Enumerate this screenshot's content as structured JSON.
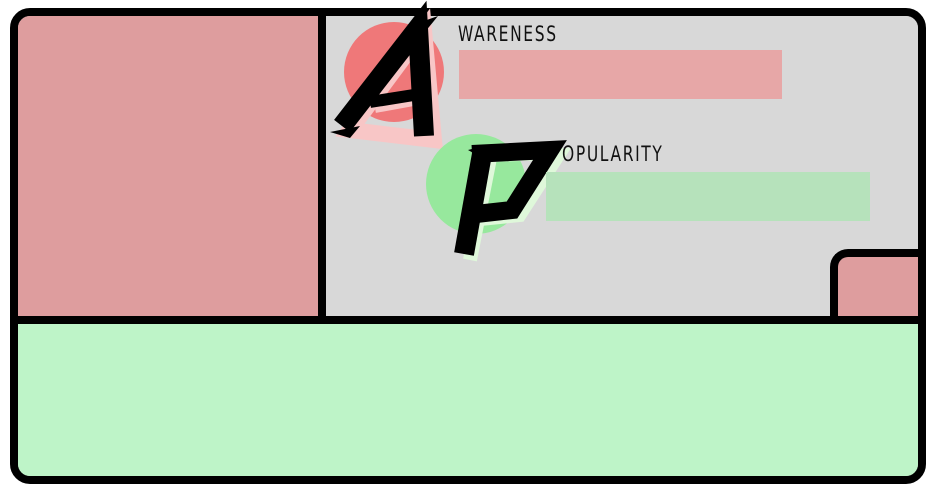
{
  "colors": {
    "frame_border": "#000000",
    "portrait_fill": "#de9d9e",
    "bottom_fill": "#bef4c8",
    "info_bg": "#d8d8d8",
    "corner_tab_fill": "#de9d9e"
  },
  "stats": {
    "awareness": {
      "letter": "A",
      "label": "WARENESS",
      "circle_color": "#ef7879",
      "bar_color": "#e7a7a7",
      "letter_shadow_color": "#f8c6c6",
      "icon": "brush-letter-a-icon"
    },
    "popularity": {
      "letter": "P",
      "label": "OPULARITY",
      "circle_color": "#97e89d",
      "bar_color": "#b6e2bb",
      "letter_shadow_color": "#dff8da",
      "icon": "brush-letter-p-icon"
    }
  }
}
